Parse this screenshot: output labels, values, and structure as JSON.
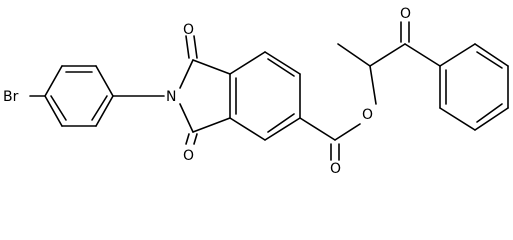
{
  "molecule": {
    "atoms": {
      "bromine": "Br",
      "imide_nitrogen": "N",
      "imide_oxygen_top": "O",
      "imide_oxygen_bottom": "O",
      "ester_oxygen_carbonyl": "O",
      "ester_oxygen_bridge": "O",
      "ketone_oxygen": "O"
    }
  }
}
